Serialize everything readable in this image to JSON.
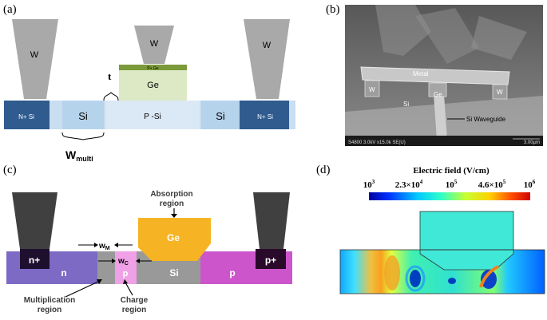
{
  "panels": {
    "a": {
      "label": "(a)",
      "w_left": "W",
      "w_center": "W",
      "w_right": "W",
      "p_ge": "P+ Ge",
      "ge": "Ge",
      "t": "t",
      "n_si": "N+ Si",
      "si_left": "Si",
      "p_si": "P -Si",
      "si_right": "Si",
      "n_si_right": "N+ Si",
      "w_multi_main": "W",
      "w_multi_sub": "multi"
    },
    "b": {
      "label": "(b)",
      "metal": "Metal",
      "w_left": "W",
      "ge": "Ge",
      "w_right": "W",
      "si": "Si",
      "si_waveguide": "Si Waveguide",
      "info": "S4800 3.0kV x15.0k SE(U)",
      "scale": "3.00µm"
    },
    "c": {
      "label": "(c)",
      "absorption_line1": "Absorption",
      "absorption_line2": "region",
      "ge": "Ge",
      "n_plus": "n+",
      "p_plus": "p+",
      "n": "n",
      "p_small": "p",
      "si": "Si",
      "p": "p",
      "wm_main": "w",
      "wm_sub": "M",
      "wc_main": "w",
      "wc_sub": "C",
      "mult_line1": "Multiplication",
      "mult_line2": "region",
      "charge_line1": "Charge",
      "charge_line2": "region"
    },
    "d": {
      "label": "(d)",
      "title": "Electric field (V/cm)",
      "colorbar_ticks": [
        "10",
        "2.3×10",
        "10",
        "4.6×10",
        "10"
      ],
      "colorbar_exps": [
        "3",
        "4",
        "5",
        "5",
        "6"
      ]
    }
  },
  "colors": {
    "w_probe_a": "#a9a9a9",
    "ge_a": "#dde9c5",
    "pge_a": "#7b9a3a",
    "n_si_dark": "#2f5b8f",
    "si_light": "#c9def0",
    "si_mid": "#b6d3ec",
    "probe_dark": "#404040",
    "n_region": "#7d6ac4",
    "p_region": "#cc55cc",
    "p_small": "#f0a0e6",
    "ge_c": "#f6b323",
    "si_gray": "#999999"
  }
}
